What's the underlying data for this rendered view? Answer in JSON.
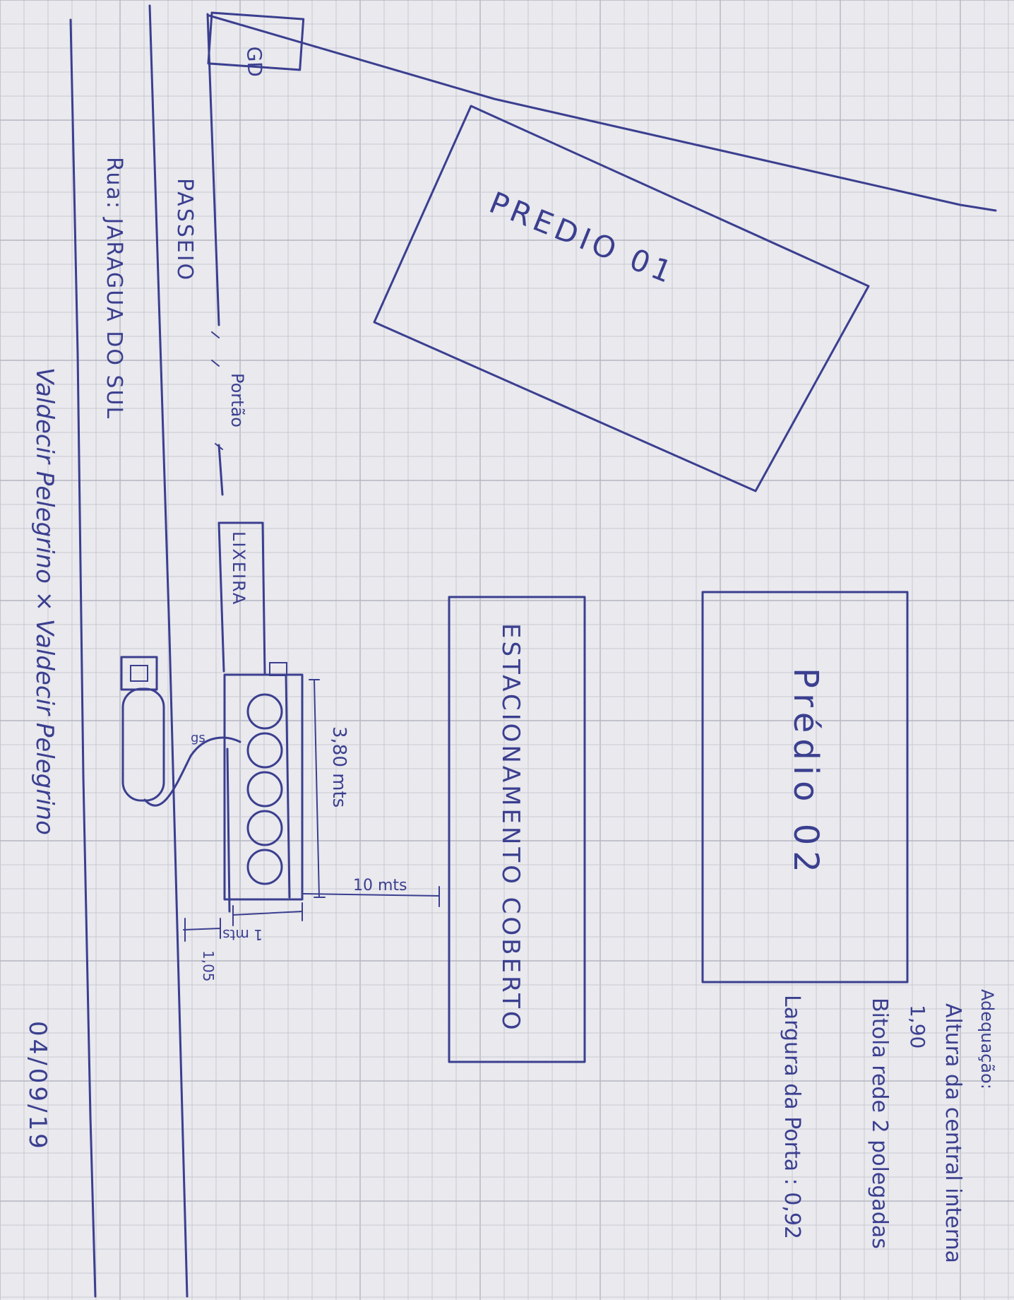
{
  "labels": {
    "passeio": "PASSEIO",
    "rua": "Rua: JARAGUA DO SUL",
    "predio_01": "PREDIO 01",
    "predio_02": "Prédio 02",
    "estacionamento": "ESTACIONAMENTO COBERTO",
    "portao": "Portão",
    "lixeira": "LIXEIRA",
    "corner_box": "GD"
  },
  "dimensions": {
    "length": "3,80 mts",
    "to_parking": "10 mts",
    "width": "1 mts",
    "to_curb": "1,05"
  },
  "adequacao": {
    "heading": "Adequação:",
    "line1": "Altura da central interna",
    "line2": "1,90",
    "line3": "Bitola rede 2 polegadas",
    "line4": "Largura da Porta : 0,92"
  },
  "signature": {
    "text": "Valdecir Pelegrino × Valdecir Pelegrino",
    "date": "04/09/19"
  },
  "colors": {
    "paper": "#e9e9ee",
    "ink": "#3b3f8f",
    "grid": "#c9c9d2"
  }
}
